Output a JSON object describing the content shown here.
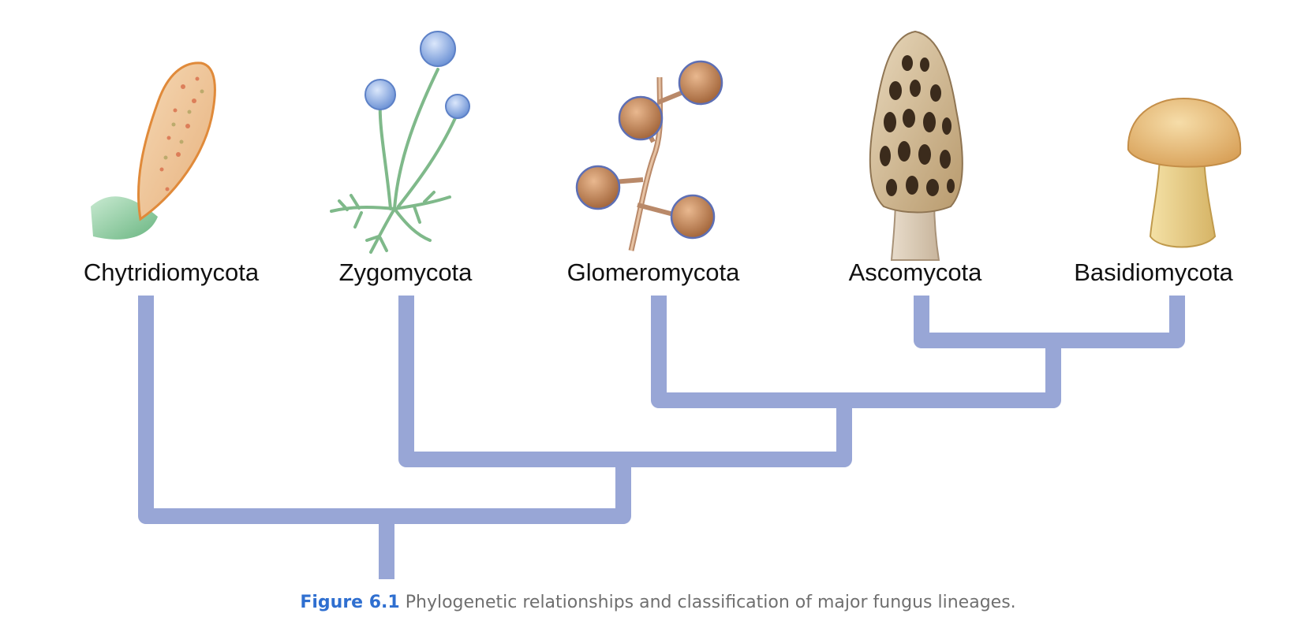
{
  "taxa": [
    {
      "name": "Chytridiomycota",
      "icon": "chytrid-sporangium-icon"
    },
    {
      "name": "Zygomycota",
      "icon": "bread-mold-icon"
    },
    {
      "name": "Glomeromycota",
      "icon": "arbuscular-mycorrhiza-icon"
    },
    {
      "name": "Ascomycota",
      "icon": "morel-icon"
    },
    {
      "name": "Basidiomycota",
      "icon": "mushroom-icon"
    }
  ],
  "caption": {
    "number": "Figure 6.1",
    "text": "Phylogenetic relationships and classification of major fungus lineages."
  },
  "colors": {
    "branch": "#98a6d6",
    "caption_number": "#2f6fd0",
    "caption_text": "#6f6f6f"
  }
}
